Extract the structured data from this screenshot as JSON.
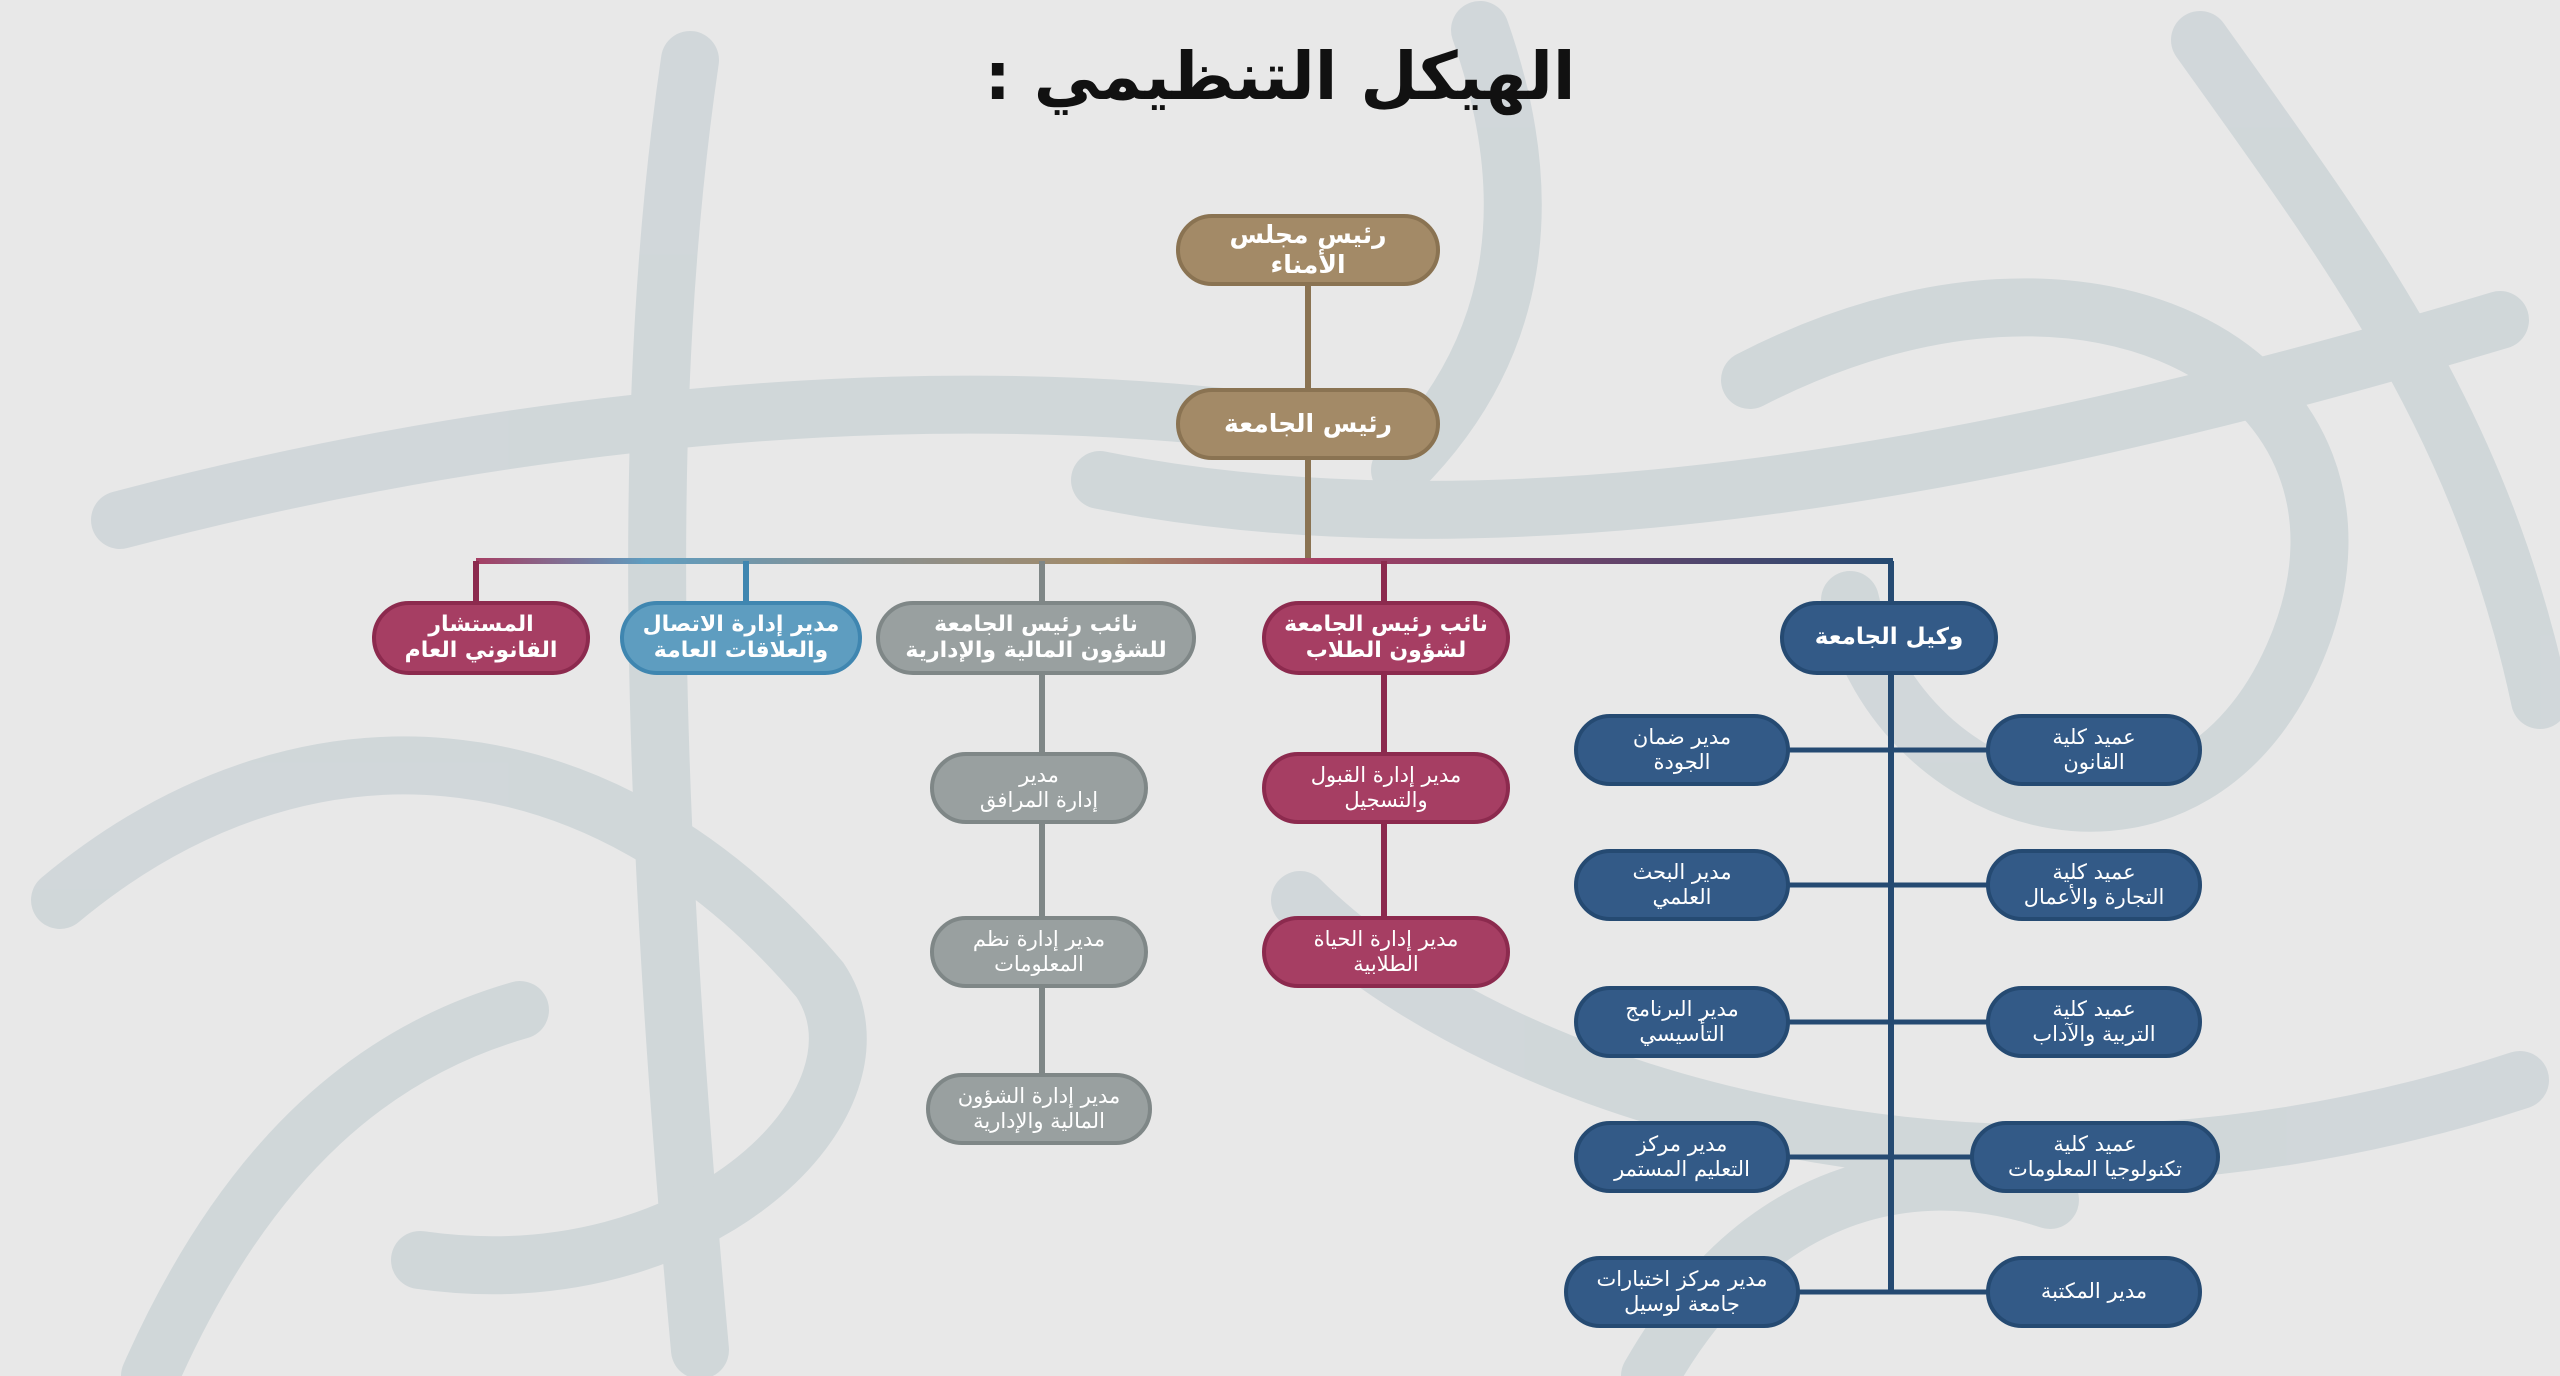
{
  "title": "الهيكل التنظيمي :",
  "colors": {
    "background": "#e8e8e8",
    "watermark": "#c7d0d3",
    "brown": "#a38a67",
    "gray": "#99a0a0",
    "red": "#a63e63",
    "teal": "#5e9dc0",
    "blue": "#335a87"
  },
  "nodes": {
    "board_chairman": "رئيس مجلس\nالأمناء",
    "president": "رئيس الجامعة",
    "legal_advisor": "المستشار\nالقانوني العام",
    "communication_director": "مدير إدارة الاتصال\nوالعلاقات العامة",
    "vp_finance": "نائب رئيس الجامعة\nللشؤون المالية والإدارية",
    "vp_students": "نائب رئيس الجامعة\nلشؤون الطلاب",
    "vice_president": "وكيل الجامعة",
    "facilities_director": "مدير\nإدارة المرافق",
    "it_systems_director": "مدير إدارة نظم\nالمعلومات",
    "finance_admin_director": "مدير إدارة الشؤون\nالمالية والإدارية",
    "admission_director": "مدير إدارة القبول\nوالتسجيل",
    "student_life_director": "مدير إدارة الحياة\nالطلابية",
    "quality_director": "مدير ضمان\nالجودة",
    "research_director": "مدير البحث\nالعلمي",
    "foundation_director": "مدير البرنامج\nالتأسيسي",
    "continuing_ed_director": "مدير مركز\nالتعليم المستمر",
    "testing_center_director": "مدير مركز اختبارات\nجامعة لوسيل",
    "dean_law": "عميد كلية\nالقانون",
    "dean_business": "عميد كلية\nالتجارة والأعمال",
    "dean_education": "عميد كلية\nالتربية والآداب",
    "dean_it": "عميد كلية\nتكنولوجيا المعلومات",
    "library_director": "مدير المكتبة"
  }
}
